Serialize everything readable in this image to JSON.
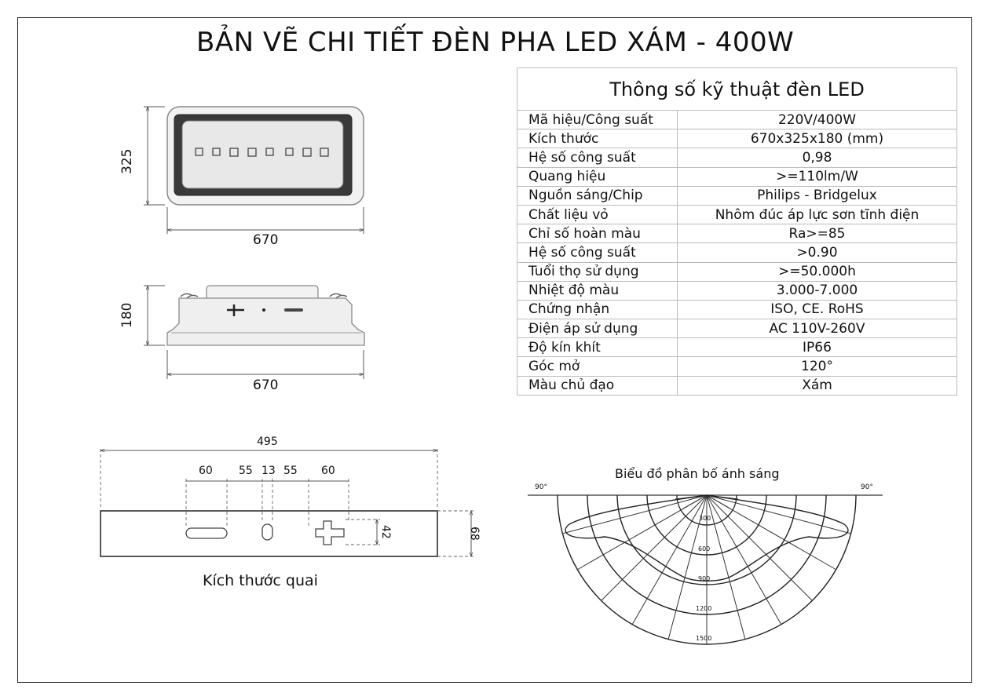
{
  "title": "BẢN VẼ CHI TIẾT ĐÈN PHA LED XÁM - 400W",
  "spec_table": {
    "header": "Thông số kỹ thuật đèn LED",
    "rows": [
      {
        "label": "Mã hiệu/Công suất",
        "value": "220V/400W"
      },
      {
        "label": "Kích thước",
        "value": "670x325x180 (mm)"
      },
      {
        "label": "Hệ số công suất",
        "value": "0,98"
      },
      {
        "label": "Quang hiệu",
        "value": ">=110lm/W"
      },
      {
        "label": "Nguồn sáng/Chip",
        "value": "Philips - Bridgelux"
      },
      {
        "label": "Chất liệu vỏ",
        "value": "Nhôm đúc áp lực sơn tĩnh điện"
      },
      {
        "label": "Chỉ số hoàn màu",
        "value": "Ra>=85"
      },
      {
        "label": "Hệ số công suất",
        "value": ">0.90"
      },
      {
        "label": "Tuổi thọ sử dụng",
        "value": ">=50.000h"
      },
      {
        "label": "Nhiệt độ màu",
        "value": "3.000-7.000"
      },
      {
        "label": "Chứng nhận",
        "value": "ISO, CE. RoHS"
      },
      {
        "label": "Điện áp sử dụng",
        "value": "AC 110V-260V"
      },
      {
        "label": "Độ kín khít",
        "value": "IP66"
      },
      {
        "label": "Góc mở",
        "value": "120°"
      },
      {
        "label": "Màu chủ đạo",
        "value": "Xám"
      }
    ]
  },
  "front_view": {
    "height_dim": "325",
    "width_dim": "670"
  },
  "side_view": {
    "height_dim": "180",
    "width_dim": "670"
  },
  "bracket": {
    "caption": "Kích thước quai",
    "total_width": "495",
    "segments": [
      "60",
      "55",
      "13",
      "55",
      "60"
    ],
    "slot_height": "42",
    "total_height": "68"
  },
  "light_chart": {
    "title": "Biểu đồ phân bố ánh sáng",
    "left_angle": "90°",
    "right_angle": "90°",
    "ring_labels": [
      "300",
      "600",
      "900",
      "1200",
      "1500"
    ]
  },
  "colors": {
    "line": "#222222",
    "table_border": "#bbbbbb",
    "dim_line": "#555555"
  }
}
